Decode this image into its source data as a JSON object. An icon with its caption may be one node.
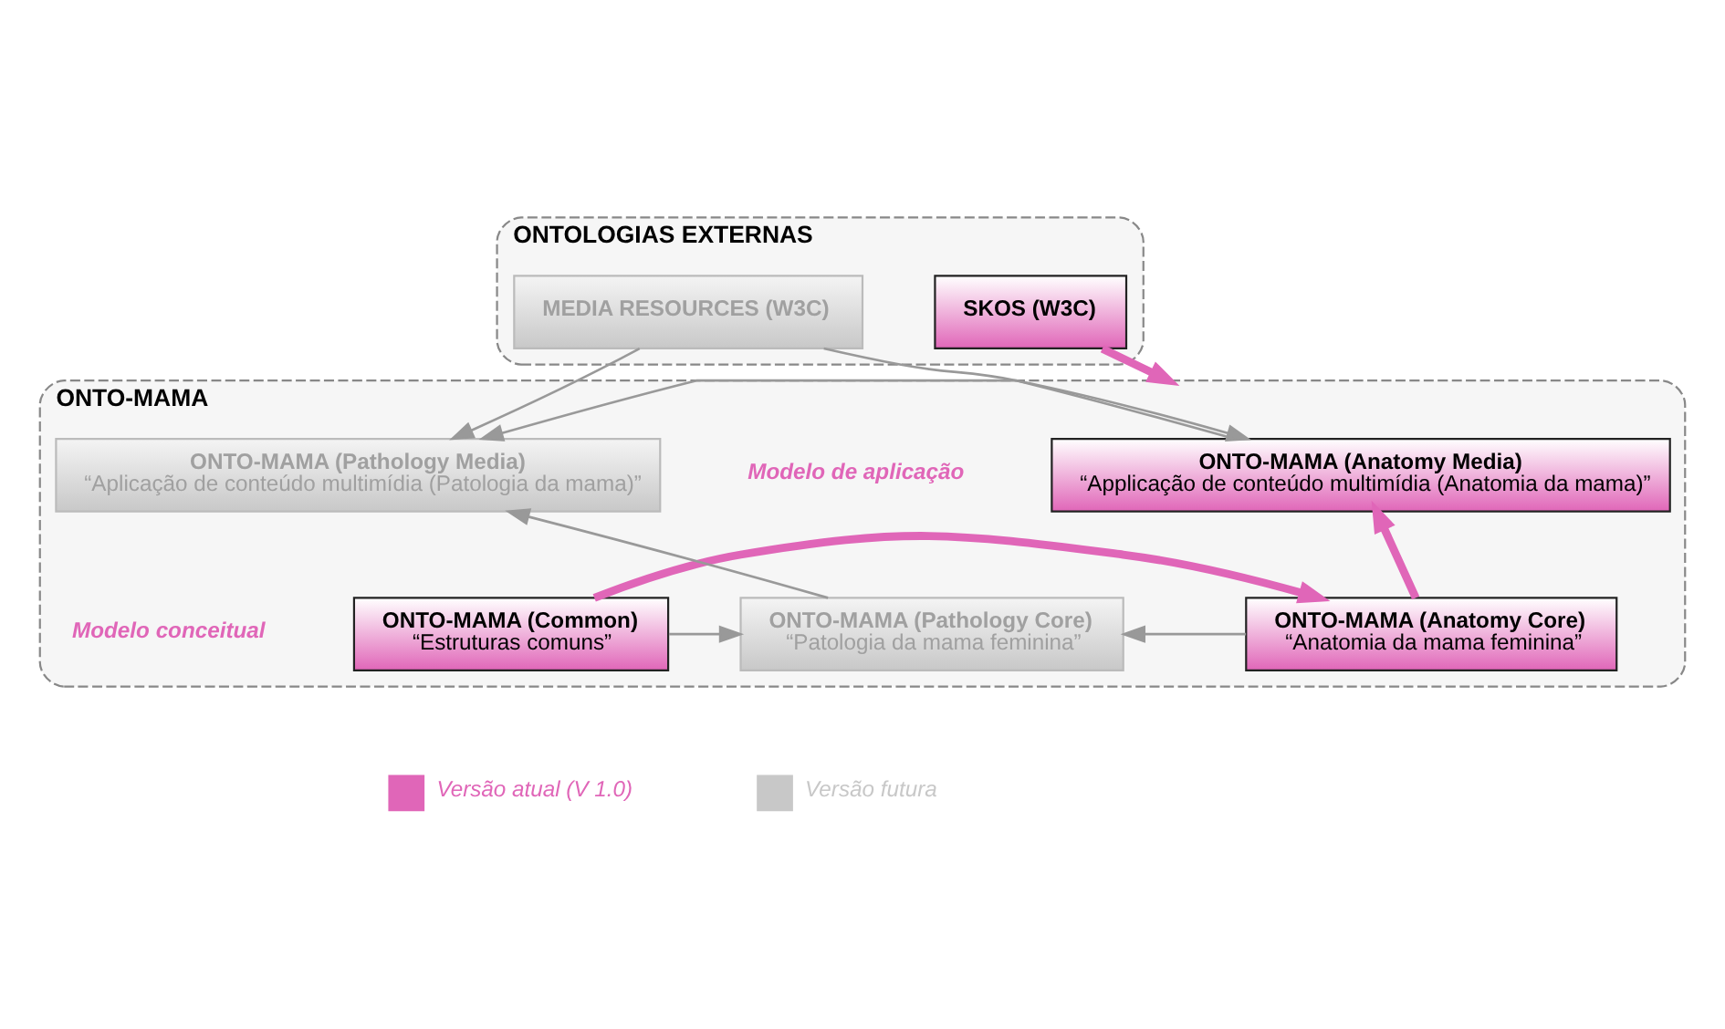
{
  "diagram": {
    "nodes": [
      {
        "text": [
          "ONTOLOGIAS EXTERNAS"
        ]
      },
      {
        "text": [
          "SKOS (W3C)"
        ],
        "in": 0
      },
      {
        "text": [
          "MEDIA RESOURCES (W3C)"
        ],
        "in": 0
      },
      {
        "text": [
          "ONTO-MAMA"
        ]
      },
      {
        "text": [
          "ONTO-MAMA (Anatomy Media)",
          "“Applicação de conteúdo multimídia (Anatomia da mama)”"
        ],
        "in": 3
      },
      {
        "text": [
          "ONTO-MAMA (Pathology Media)",
          "“Aplicação de conteúdo multimídia (Patologia da mama)”"
        ],
        "in": 3
      },
      {
        "text": [
          "ONTO-MAMA (Common)",
          "“Estruturas comuns”"
        ],
        "in": 3
      },
      {
        "text": [
          "ONTO-MAMA (Anatomy Core)",
          "“Anatomia da mama feminina”"
        ],
        "in": 3
      },
      {
        "text": [
          "ONTO-MAMA (Pathology Core)",
          "“Patologia da mama feminina”"
        ],
        "in": 3
      }
    ],
    "edges": [
      {
        "from": 1,
        "to": 3,
        "arrow": "to",
        "color": "#e066b8",
        "style": "thick"
      },
      {
        "from": 2,
        "to": 4,
        "arrow": "to"
      },
      {
        "from": 2,
        "to": 5,
        "arrow": "to"
      },
      {
        "from": 4,
        "to": 5,
        "arrow": "to"
      },
      {
        "from": 7,
        "to": 4,
        "arrow": "to",
        "color": "#e066b8",
        "style": "thick"
      },
      {
        "from": 8,
        "to": 5,
        "arrow": "to"
      },
      {
        "from": 7,
        "to": 8,
        "arrow": "to"
      },
      {
        "from": 6,
        "to": 7,
        "arrow": "to",
        "color": "#e066b8",
        "style": "thick"
      },
      {
        "from": 6,
        "to": 8,
        "arrow": "to"
      }
    ],
    "labels": [
      "Modelo de aplicação",
      "Modelo conceitual"
    ],
    "legend": [
      {
        "text": "Versão atual (V 1.0)",
        "color": "#e066b8"
      },
      {
        "text": "Versão futura",
        "color": "#c8c8c8"
      }
    ]
  }
}
